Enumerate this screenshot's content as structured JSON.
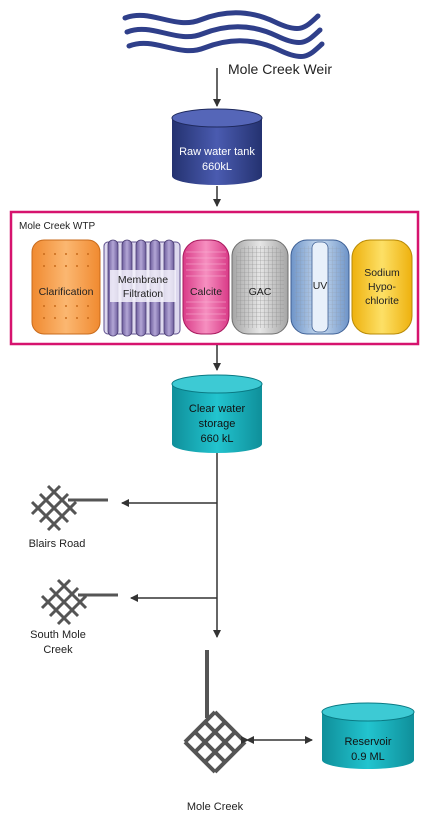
{
  "source": {
    "name": "Mole Creek Weir",
    "icon": "water-waves-icon"
  },
  "raw_tank": {
    "line1": "Raw water tank",
    "line2": "660kL"
  },
  "wtp": {
    "title": "Mole Creek WTP",
    "border_color": "#d6136e",
    "stages": [
      {
        "label": [
          "Clarification"
        ],
        "color": "#f9a85a"
      },
      {
        "label": [
          "Membrane",
          "Filtration"
        ],
        "color": "#8f7fb8"
      },
      {
        "label": [
          "Calcite"
        ],
        "color": "#ec5fa3"
      },
      {
        "label": [
          "GAC"
        ],
        "color": "#c9c9c9"
      },
      {
        "label": [
          "UV"
        ],
        "color": "#8fb1da"
      },
      {
        "label": [
          "Sodium",
          "Hypo-",
          "chlorite"
        ],
        "color": "#f7c727"
      }
    ]
  },
  "clear_tank": {
    "line1": "Clear water",
    "line2": "storage",
    "line3": "660 kL"
  },
  "branches": [
    {
      "line1": "Blairs Road",
      "line2": ""
    },
    {
      "line1": "South Mole",
      "line2": "Creek"
    }
  ],
  "town": {
    "name": "Mole Creek"
  },
  "reservoir": {
    "line1": "Reservoir",
    "line2": "0.9 ML"
  },
  "colors": {
    "tank_blue": "#2f3f8a",
    "tank_teal": "#16a9b5",
    "line": "#333333"
  }
}
